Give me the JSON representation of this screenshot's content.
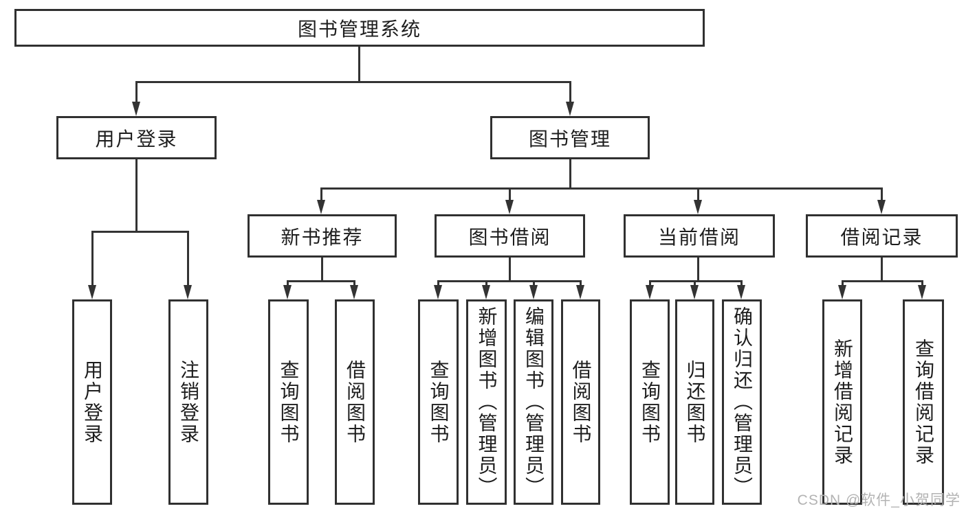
{
  "root": {
    "label": "图书管理系统"
  },
  "branches": [
    {
      "label": "用户登录",
      "leaves": [
        {
          "label": "用户登录"
        },
        {
          "label": "注销登录"
        }
      ]
    },
    {
      "label": "图书管理",
      "groups": [
        {
          "label": "新书推荐",
          "leaves": [
            {
              "label": "查询图书"
            },
            {
              "label": "借阅图书"
            }
          ]
        },
        {
          "label": "图书借阅",
          "leaves": [
            {
              "label": "查询图书"
            },
            {
              "label": "新增图书（管理员）"
            },
            {
              "label": "编辑图书（管理员）"
            },
            {
              "label": "借阅图书"
            }
          ]
        },
        {
          "label": "当前借阅",
          "leaves": [
            {
              "label": "查询图书"
            },
            {
              "label": "归还图书"
            },
            {
              "label": "确认归还（管理员）"
            }
          ]
        },
        {
          "label": "借阅记录",
          "leaves": [
            {
              "label": "新增借阅记录"
            },
            {
              "label": "查询借阅记录"
            }
          ]
        }
      ]
    }
  ],
  "watermark": "CSDN @软件_小贺同学",
  "colors": {
    "line": "#333333",
    "border": "#303030",
    "text": "#1d1d1d",
    "watermark": "#b3b3b3"
  }
}
